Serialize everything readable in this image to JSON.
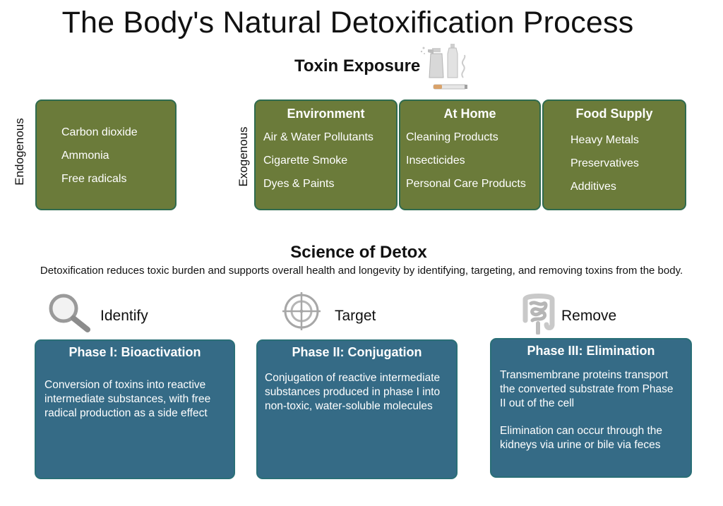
{
  "title": "The Body's Natural Detoxification Process",
  "toxin_section": {
    "title": "Toxin Exposure",
    "endogenous_label": "Endogenous",
    "exogenous_label": "Exogenous",
    "endogenous_items": [
      "Carbon dioxide",
      "Ammonia",
      "Free radicals"
    ],
    "categories": [
      {
        "name": "Environment",
        "items": [
          "Air & Water Pollutants",
          "Cigarette Smoke",
          "Dyes & Paints"
        ]
      },
      {
        "name": "At Home",
        "items": [
          "Cleaning Products",
          "Insecticides",
          "Personal Care Products"
        ]
      },
      {
        "name": "Food Supply",
        "items": [
          "Heavy Metals",
          "Preservatives",
          "Additives"
        ]
      }
    ]
  },
  "science_section": {
    "title": "Science of Detox",
    "description": "Detoxification reduces toxic burden and supports overall health and longevity by identifying, targeting, and removing toxins from the body.",
    "steps": [
      {
        "label": "Identify",
        "icon": "magnifier-icon"
      },
      {
        "label": "Target",
        "icon": "crosshair-icon"
      },
      {
        "label": "Remove",
        "icon": "intestine-icon"
      }
    ],
    "phases": [
      {
        "title": "Phase I: Bioactivation",
        "paragraphs": [
          "Conversion of toxins into reactive intermediate substances, with free radical production as a side effect"
        ]
      },
      {
        "title": "Phase II: Conjugation",
        "paragraphs": [
          "Conjugation of reactive intermediate substances produced in phase I into non-toxic, water-soluble molecules"
        ]
      },
      {
        "title": "Phase III: Elimination",
        "paragraphs": [
          "Transmembrane proteins transport the converted substrate from Phase II out of the cell",
          "Elimination can occur through the kidneys via urine or bile via feces"
        ]
      }
    ]
  },
  "colors": {
    "toxin_box_fill": "#6b7b3a",
    "toxin_box_border": "#2f6b4f",
    "phase_box_fill": "#356b86",
    "phase_box_border": "#2a6f77"
  }
}
